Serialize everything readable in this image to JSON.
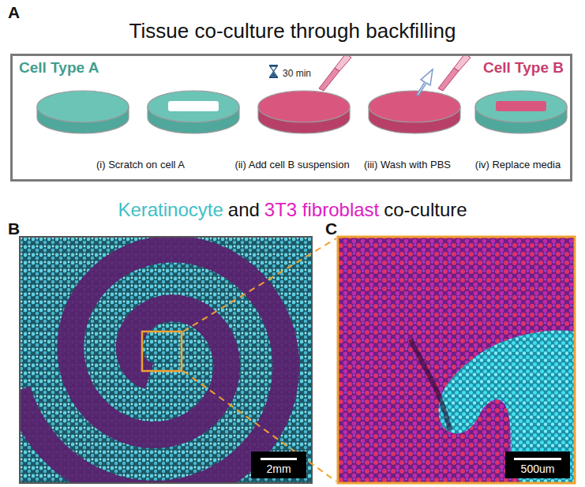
{
  "diagram": {
    "title": "Tissue co-culture through backfilling",
    "nodes": [
      {
        "text": [
          "Cell Type A",
          "Cell Type B",
          "30 min",
          "(i) Scratch on cell A",
          "(ii) Add cell B suspension",
          "(iii) Wash with PBS",
          "(iv) Replace media"
        ]
      }
    ],
    "labels": [
      "A",
      "B",
      "C",
      "Keratinocyte",
      "and",
      "3T3 fibroblast",
      "co-culture",
      "2mm",
      "500um"
    ]
  }
}
